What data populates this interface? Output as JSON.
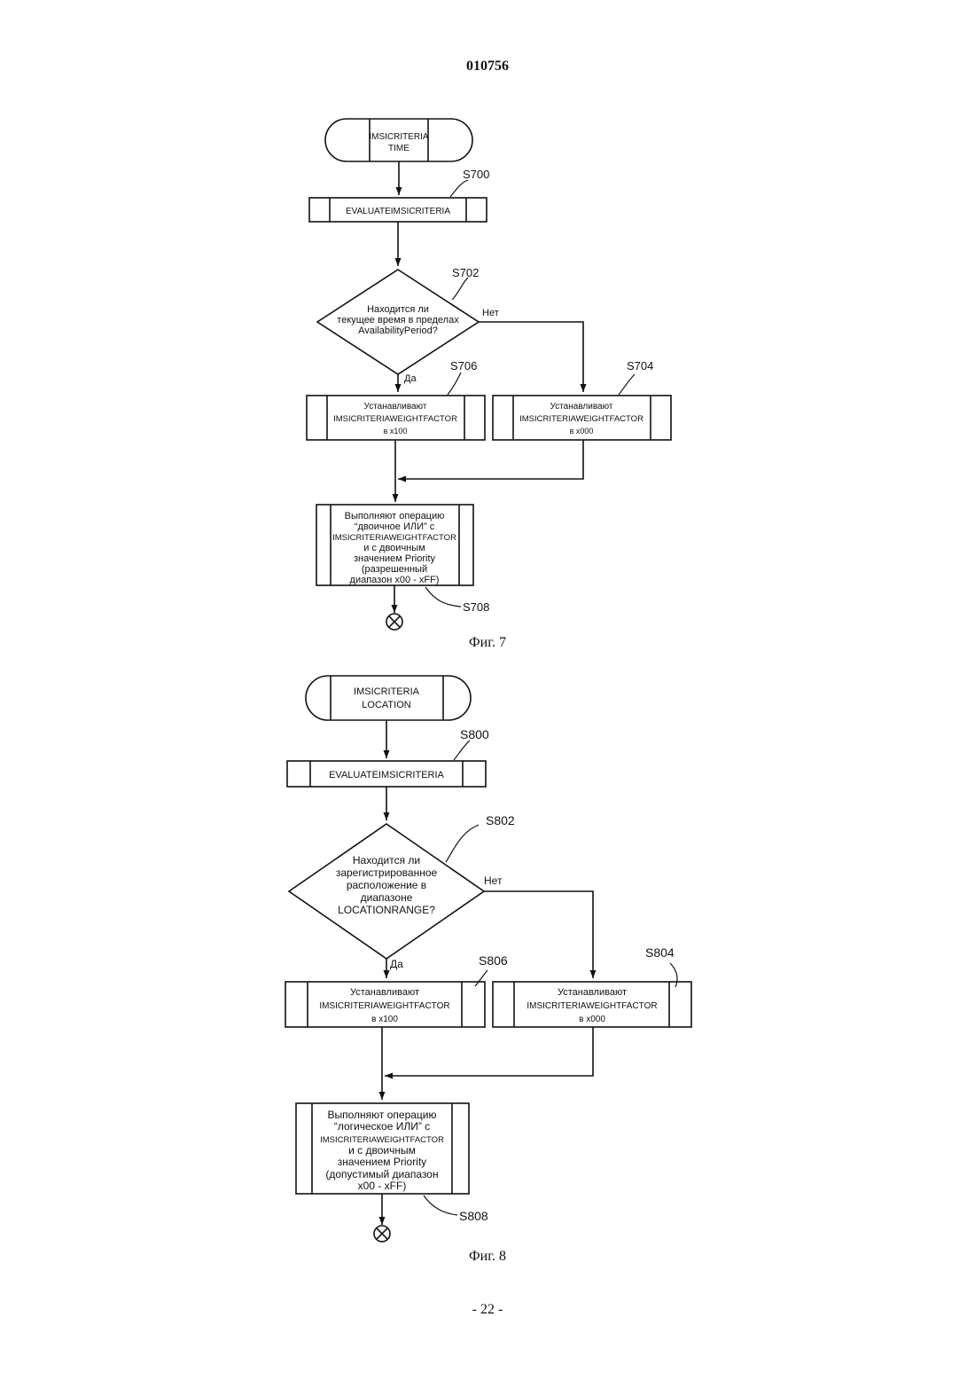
{
  "header": {
    "doc_number": "010756"
  },
  "footer": {
    "page_number": "- 22 -"
  },
  "fig7": {
    "caption": "Фиг. 7",
    "start": [
      "IMSICRITERIA",
      "TIME"
    ],
    "eval": {
      "label": "EVALUATEIMSICRITERIA",
      "ref": "S700"
    },
    "decision": {
      "lines": [
        "Находится ли",
        "текущее время в пределах",
        "AvailabilityPeriod?"
      ],
      "ref": "S702",
      "no": "Нет",
      "yes": "Да"
    },
    "set_yes": {
      "lines": [
        "Устанавливают",
        "IMSICRITERIAWEIGHTFACTOR",
        "в x100"
      ],
      "ref": "S706"
    },
    "set_no": {
      "lines": [
        "Устанавливают",
        "IMSICRITERIAWEIGHTFACTOR",
        "в x000"
      ],
      "ref": "S704"
    },
    "op": {
      "lines": [
        "Выполняют операцию",
        "“двоичное ИЛИ” с",
        "IMSICRITERIAWEIGHTFACTOR",
        "и с двоичным",
        "значением Priority",
        "(разрешенный",
        "диапазон x00 - xFF)"
      ],
      "ref": "S708"
    }
  },
  "fig8": {
    "caption": "Фиг. 8",
    "start": [
      "IMSICRITERIA",
      "LOCATION"
    ],
    "eval": {
      "label": "EVALUATEIMSICRITERIA",
      "ref": "S800"
    },
    "decision": {
      "lines": [
        "Находится ли",
        "зарегистрированное",
        "расположение в",
        "диапазоне",
        "LOCATIONRANGE?"
      ],
      "ref": "S802",
      "no": "Нет",
      "yes": "Да"
    },
    "set_yes": {
      "lines": [
        "Устанавливают",
        "IMSICRITERIAWEIGHTFACTOR",
        "в x100"
      ],
      "ref": "S806"
    },
    "set_no": {
      "lines": [
        "Устанавливают",
        "IMSICRITERIAWEIGHTFACTOR",
        "в x000"
      ],
      "ref": "S804"
    },
    "op": {
      "lines": [
        "Выполняют операцию",
        "“логическое ИЛИ” с",
        "IMSICRITERIAWEIGHTFACTOR",
        "и с двоичным",
        "значением Priority",
        "(допустимый диапазон",
        "x00 - xFF)"
      ],
      "ref": "S808"
    }
  }
}
